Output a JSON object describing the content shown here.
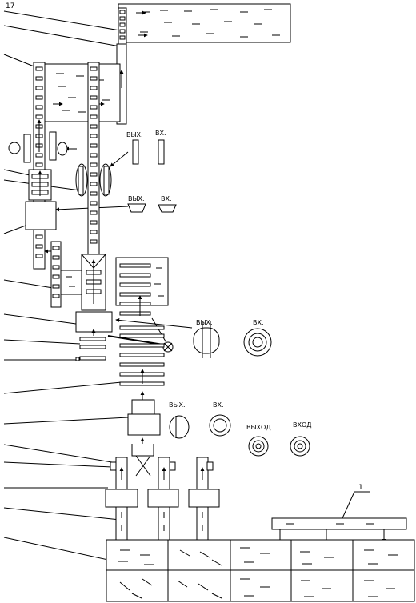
{
  "labels": {
    "top_number": "17",
    "ref_number": "1",
    "out_1": "ВЫХ.",
    "in_1": "ВХ.",
    "out_2": "ВЫХ.",
    "in_2": "ВХ.",
    "out_3": "ВЫХ.",
    "in_3": "ВХ.",
    "out_4": "ВЫХ.",
    "in_4": "ВХ.",
    "exit_full": "ВЫХОД",
    "entry_full": "ВХОД"
  },
  "colors": {
    "line": "#000000",
    "background": "#ffffff"
  }
}
